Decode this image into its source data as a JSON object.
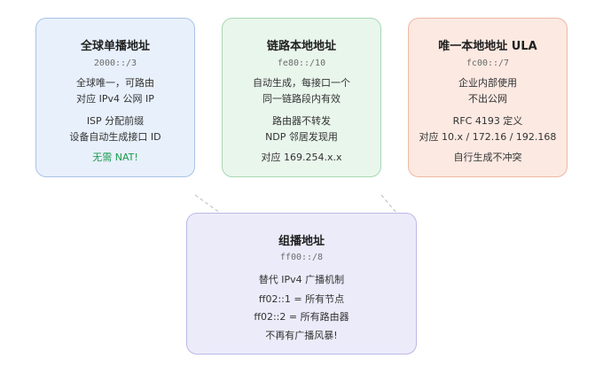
{
  "cards": {
    "global": {
      "title": "全球单播地址",
      "prefix": "2000::/3",
      "lines": [
        "全球唯一，可路由",
        "对应 IPv4 公网 IP",
        "ISP 分配前缀",
        "设备自动生成接口 ID",
        "无需 NAT!"
      ]
    },
    "link_local": {
      "title": "链路本地地址",
      "prefix": "fe80::/10",
      "lines": [
        "自动生成，每接口一个",
        "同一链路段内有效",
        "路由器不转发",
        "NDP 邻居发现用",
        "对应 169.254.x.x"
      ]
    },
    "ula": {
      "title": "唯一本地地址 ULA",
      "prefix": "fc00::/7",
      "lines": [
        "企业内部使用",
        "不出公网",
        "RFC 4193 定义",
        "对应 10.x / 172.16 / 192.168",
        "自行生成不冲突"
      ]
    },
    "multicast": {
      "title": "组播地址",
      "prefix": "ff00::/8",
      "lines": [
        "替代 IPv4 广播机制",
        "ff02::1 = 所有节点",
        "ff02::2 = 所有路由器",
        "不再有广播风暴!"
      ]
    }
  },
  "colors": {
    "global_bg": "#e8f0fb",
    "link_local_bg": "#e9f6ec",
    "ula_bg": "#fbe9e2",
    "multicast_bg": "#ecebfa",
    "accent_green": "#1a9a4e"
  }
}
